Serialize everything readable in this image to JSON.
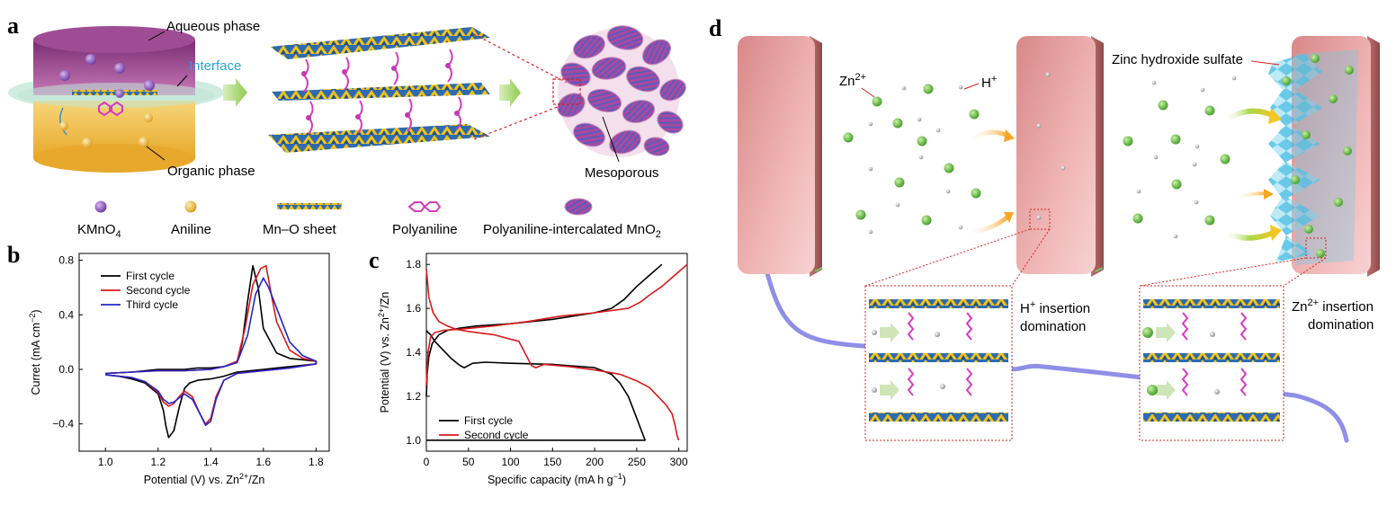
{
  "panels": {
    "a": "a",
    "b": "b",
    "c": "c",
    "d": "d"
  },
  "panel_a": {
    "aqueous": "Aqueous phase",
    "interface": "Interface",
    "organic": "Organic phase",
    "mesoporous": "Mesoporous",
    "legend": {
      "kmno4_main": "KMnO",
      "kmno4_sub": "4",
      "aniline": "Aniline",
      "mno_sheet": "Mn–O sheet",
      "polyaniline": "Polyaniline",
      "pani_mno2_main": "Polyaniline-intercalated MnO",
      "pani_mno2_sub": "2"
    }
  },
  "panel_d": {
    "zn_base": "Zn",
    "zn_sup": "2+",
    "h_base": "H",
    "h_sup": "+",
    "zhs": "Zinc hydroxide sulfate",
    "h_insertion_sup": "+",
    "h_insertion_rest": " insertion",
    "h_domination": "domination",
    "zn_insertion_base": "Zn",
    "zn_insertion_sup": "2+",
    "zn_insertion_rest": " insertion",
    "zn_domination": "domination"
  },
  "chart_data": [
    {
      "id": "b",
      "type": "line",
      "xlabel_main": "Potential (V) vs. Zn",
      "xlabel_sup": "2+",
      "xlabel_end": "/Zn",
      "ylabel_main": "Curret (mA cm",
      "ylabel_sup": "−2",
      "ylabel_end": ")",
      "xlim": [
        0.9,
        1.85
      ],
      "ylim": [
        -0.6,
        0.85
      ],
      "xticks": [
        1.0,
        1.2,
        1.4,
        1.6,
        1.8
      ],
      "xtick_labels": [
        "1.0",
        "1.2",
        "1.4",
        "1.6",
        "1.8"
      ],
      "yticks": [
        -0.4,
        0.0,
        0.4,
        0.8
      ],
      "ytick_labels": [
        "−0.4",
        "0.0",
        "0.4",
        "0.8"
      ],
      "legend_position": "top-left",
      "series": [
        {
          "name": "First cycle",
          "color": "#000000",
          "x": [
            1.0,
            1.1,
            1.2,
            1.25,
            1.3,
            1.35,
            1.4,
            1.45,
            1.5,
            1.52,
            1.54,
            1.56,
            1.58,
            1.6,
            1.65,
            1.7,
            1.75,
            1.8,
            1.8,
            1.75,
            1.7,
            1.65,
            1.6,
            1.5,
            1.45,
            1.4,
            1.35,
            1.32,
            1.3,
            1.28,
            1.26,
            1.24,
            1.23,
            1.22,
            1.2,
            1.15,
            1.1,
            1.05,
            1.0
          ],
          "y": [
            -0.03,
            -0.02,
            0.0,
            0.0,
            0.0,
            0.01,
            0.01,
            0.02,
            0.05,
            0.2,
            0.5,
            0.76,
            0.6,
            0.3,
            0.12,
            0.08,
            0.07,
            0.06,
            0.04,
            0.03,
            0.02,
            0.01,
            0.0,
            -0.02,
            -0.05,
            -0.07,
            -0.08,
            -0.1,
            -0.14,
            -0.28,
            -0.45,
            -0.5,
            -0.42,
            -0.3,
            -0.18,
            -0.1,
            -0.07,
            -0.05,
            -0.04
          ]
        },
        {
          "name": "Second cycle",
          "color": "#d7191c",
          "x": [
            1.0,
            1.1,
            1.2,
            1.3,
            1.4,
            1.45,
            1.5,
            1.53,
            1.56,
            1.59,
            1.61,
            1.63,
            1.65,
            1.7,
            1.75,
            1.8,
            1.8,
            1.7,
            1.6,
            1.5,
            1.45,
            1.42,
            1.4,
            1.38,
            1.36,
            1.33,
            1.3,
            1.28,
            1.26,
            1.24,
            1.22,
            1.2,
            1.15,
            1.1,
            1.0
          ],
          "y": [
            -0.03,
            -0.02,
            -0.01,
            -0.01,
            0.0,
            0.02,
            0.06,
            0.3,
            0.62,
            0.74,
            0.76,
            0.55,
            0.35,
            0.14,
            0.08,
            0.06,
            0.04,
            0.01,
            -0.01,
            -0.03,
            -0.08,
            -0.2,
            -0.36,
            -0.4,
            -0.33,
            -0.2,
            -0.16,
            -0.2,
            -0.25,
            -0.27,
            -0.24,
            -0.17,
            -0.09,
            -0.06,
            -0.04
          ]
        },
        {
          "name": "Third cycle",
          "color": "#2424c8",
          "x": [
            1.0,
            1.1,
            1.2,
            1.3,
            1.4,
            1.45,
            1.5,
            1.54,
            1.57,
            1.6,
            1.62,
            1.65,
            1.7,
            1.75,
            1.8,
            1.8,
            1.7,
            1.6,
            1.5,
            1.45,
            1.42,
            1.4,
            1.38,
            1.36,
            1.33,
            1.3,
            1.28,
            1.26,
            1.24,
            1.22,
            1.2,
            1.15,
            1.1,
            1.0
          ],
          "y": [
            -0.03,
            -0.02,
            -0.01,
            -0.01,
            0.0,
            0.02,
            0.05,
            0.25,
            0.55,
            0.67,
            0.6,
            0.45,
            0.2,
            0.1,
            0.06,
            0.04,
            0.01,
            -0.01,
            -0.03,
            -0.08,
            -0.22,
            -0.38,
            -0.41,
            -0.33,
            -0.22,
            -0.18,
            -0.21,
            -0.24,
            -0.25,
            -0.22,
            -0.16,
            -0.09,
            -0.06,
            -0.04
          ]
        }
      ]
    },
    {
      "id": "c",
      "type": "line",
      "xlabel_main": "Specific capacity (mA h g",
      "xlabel_sup": "−1",
      "xlabel_end": ")",
      "ylabel_main": "Potential (V) vs. Zn",
      "ylabel_sup": "2+",
      "ylabel_end": "/Zn",
      "xlim": [
        0,
        310
      ],
      "ylim": [
        0.95,
        1.85
      ],
      "xticks": [
        0,
        50,
        100,
        150,
        200,
        250,
        300
      ],
      "xtick_labels": [
        "0",
        "50",
        "100",
        "150",
        "200",
        "250",
        "300"
      ],
      "yticks": [
        1.0,
        1.2,
        1.4,
        1.6,
        1.8
      ],
      "ytick_labels": [
        "1.0",
        "1.2",
        "1.4",
        "1.6",
        "1.8"
      ],
      "legend_position": "bottom-left",
      "series": [
        {
          "name": "First cycle",
          "color": "#000000",
          "x": [
            0,
            2,
            5,
            10,
            20,
            30,
            40,
            45,
            50,
            55,
            70,
            100,
            150,
            200,
            220,
            230,
            240,
            250,
            255,
            260,
            260,
            255,
            250,
            240,
            230,
            220,
            200,
            150,
            100,
            60,
            40,
            20,
            10,
            5,
            2,
            0
          ],
          "y": [
            1.5,
            1.49,
            1.48,
            1.45,
            1.41,
            1.37,
            1.34,
            1.33,
            1.34,
            1.35,
            1.355,
            1.35,
            1.345,
            1.33,
            1.3,
            1.26,
            1.2,
            1.1,
            1.05,
            1.0,
            1.0,
            1.0,
            1.0,
            1.0,
            1.0,
            1.0,
            1.0,
            1.0,
            1.0,
            1.0,
            1.0,
            1.0,
            1.0,
            1.0,
            1.0,
            1.0
          ]
        },
        {
          "name": "",
          "color": "#000000",
          "x": [
            0,
            1,
            3,
            7,
            15,
            25,
            40,
            60,
            100,
            150,
            200,
            220,
            235,
            250,
            265,
            280
          ],
          "y": [
            1.2,
            1.3,
            1.38,
            1.44,
            1.48,
            1.5,
            1.51,
            1.52,
            1.53,
            1.55,
            1.58,
            1.6,
            1.64,
            1.7,
            1.75,
            1.8
          ]
        },
        {
          "name": "Second cycle",
          "color": "#d7191c",
          "x": [
            0,
            3,
            8,
            15,
            25,
            35,
            50,
            80,
            110,
            125,
            130,
            140,
            170,
            200,
            230,
            250,
            265,
            275,
            285,
            292,
            296,
            298,
            300
          ],
          "y": [
            1.78,
            1.65,
            1.58,
            1.54,
            1.52,
            1.505,
            1.495,
            1.48,
            1.45,
            1.34,
            1.33,
            1.345,
            1.335,
            1.32,
            1.3,
            1.27,
            1.24,
            1.2,
            1.16,
            1.12,
            1.06,
            1.02,
            1.0
          ]
        },
        {
          "name": "",
          "color": "#d7191c",
          "x": [
            0,
            2,
            5,
            10,
            20,
            40,
            80,
            120,
            160,
            200,
            240,
            255,
            265,
            280,
            295,
            310
          ],
          "y": [
            1.25,
            1.4,
            1.47,
            1.49,
            1.5,
            1.505,
            1.52,
            1.54,
            1.565,
            1.58,
            1.6,
            1.63,
            1.66,
            1.7,
            1.75,
            1.8
          ]
        }
      ]
    }
  ],
  "colors": {
    "purple_mn": "#b5479c",
    "blue_sheet": "#2e6bb0",
    "gold_sheet": "#f0c21c",
    "zn_green": "#6fbe44",
    "electrode": "#dc9a9a",
    "wire": "#8f8fe8",
    "cyan_zhs": "#4fc2e6"
  }
}
